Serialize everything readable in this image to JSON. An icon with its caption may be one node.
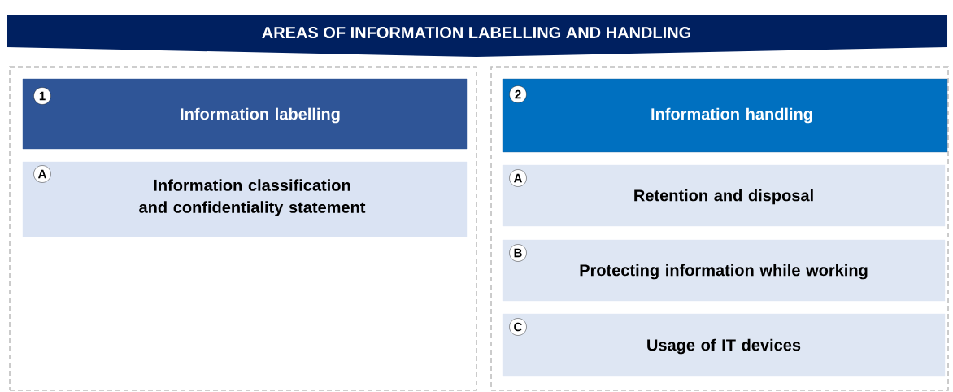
{
  "diagram": {
    "title": "AREAS OF INFORMATION LABELLING AND HANDLING",
    "nodes": [
      {
        "text": [],
        "shape": "box"
      },
      {
        "text": [
          "Information labelling"
        ],
        "in": 0
      },
      {
        "text": [
          "1"
        ],
        "in": 1
      },
      {
        "text": [
          "Information classification and confidentiality statement"
        ],
        "in": 0
      },
      {
        "text": [
          "A"
        ],
        "in": 3
      },
      {
        "text": [],
        "shape": "box"
      },
      {
        "text": [
          "Information handling"
        ],
        "in": 5
      },
      {
        "text": [
          "2"
        ],
        "in": 6
      },
      {
        "text": [
          "Retention and disposal"
        ],
        "in": 5
      },
      {
        "text": [
          "A"
        ],
        "in": 8
      },
      {
        "text": [
          "Protecting information while working"
        ],
        "in": 5
      },
      {
        "text": [
          "B"
        ],
        "in": 10
      },
      {
        "text": [
          "Usage of IT devices"
        ],
        "in": 5
      },
      {
        "text": [
          "C"
        ],
        "in": 12
      }
    ]
  }
}
